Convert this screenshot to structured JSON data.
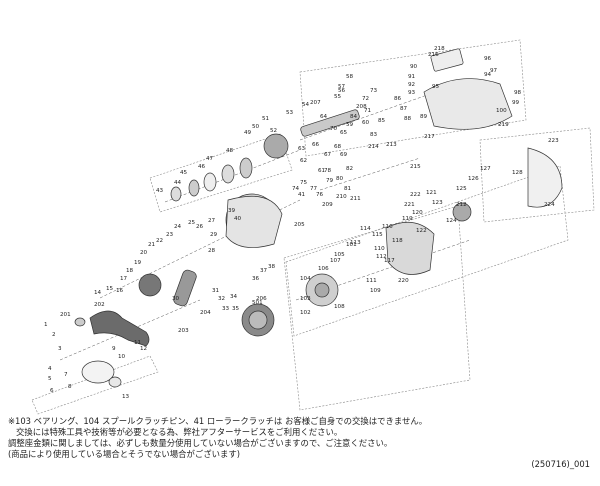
{
  "diagram": {
    "part_numbers": [
      "1",
      "2",
      "3",
      "4",
      "5",
      "6",
      "7",
      "8",
      "9",
      "10",
      "11",
      "12",
      "13",
      "14",
      "15",
      "16",
      "17",
      "18",
      "19",
      "20",
      "21",
      "22",
      "23",
      "24",
      "25",
      "26",
      "27",
      "28",
      "29",
      "30",
      "31",
      "32",
      "33",
      "34",
      "35",
      "36",
      "37",
      "38",
      "39",
      "40",
      "41",
      "43",
      "44",
      "45",
      "46",
      "47",
      "48",
      "49",
      "50",
      "51",
      "52",
      "53",
      "54",
      "55",
      "56",
      "57",
      "58",
      "59",
      "60",
      "61",
      "62",
      "63",
      "64",
      "65",
      "66",
      "67",
      "68",
      "69",
      "70",
      "71",
      "72",
      "73",
      "74",
      "75",
      "76",
      "77",
      "78",
      "79",
      "80",
      "81",
      "82",
      "83",
      "84",
      "85",
      "86",
      "87",
      "88",
      "89",
      "90",
      "91",
      "92",
      "93",
      "94",
      "95",
      "96",
      "97",
      "98",
      "99",
      "100",
      "101",
      "102",
      "103",
      "104",
      "105",
      "106",
      "107",
      "108",
      "109",
      "110",
      "111",
      "112",
      "113",
      "114",
      "115",
      "116",
      "117",
      "118",
      "119",
      "120",
      "121",
      "122",
      "123",
      "124",
      "125",
      "126",
      "127",
      "128",
      "201",
      "202",
      "203",
      "204",
      "205",
      "206",
      "207",
      "208",
      "209",
      "210",
      "211",
      "212",
      "213",
      "214",
      "215",
      "216",
      "217",
      "218",
      "219",
      "220",
      "221",
      "222",
      "223",
      "224",
      "501"
    ]
  },
  "notes": {
    "line1": "※103 ベアリング、104 スプールクラッチピン、41 ローラークラッチは お客様ご自身での交換はできません。",
    "line2": "交換には特殊工具や技術等が必要となる為、弊社アフターサービスをご利用ください。",
    "line3": "調整座金類に関しましては、必ずしも数量分使用していない場合がございますので、ご注意ください。",
    "line4": "(商品により使用している場合とそうでない場合がございます)"
  },
  "diagram_code": "(250716)_001"
}
